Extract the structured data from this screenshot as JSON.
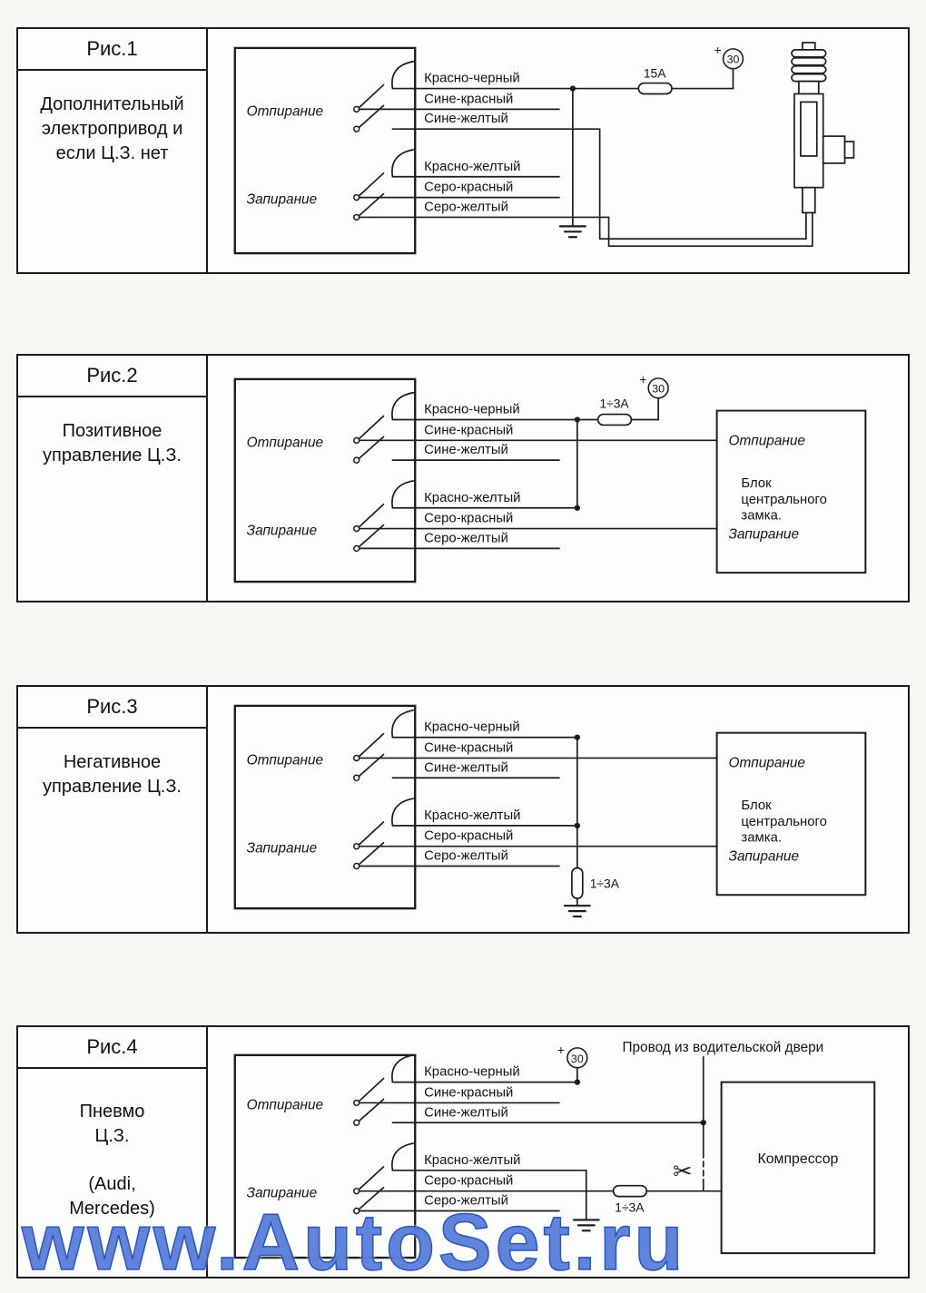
{
  "watermark": "www.AutoSet.ru",
  "panels": [
    {
      "title": "Рис.1",
      "label": "Дополнительный электропривод и если Ц.З. нет",
      "unlock": "Отпирание",
      "lock": "Запирание",
      "wires": [
        "Красно-черный",
        "Сине-красный",
        "Сине-желтый",
        "Красно-желтый",
        "Серо-красный",
        "Серо-желтый"
      ],
      "fuse": "15A",
      "plus": "+",
      "terminal": "30"
    },
    {
      "title": "Рис.2",
      "label": "Позитивное управление Ц.З.",
      "unlock": "Отпирание",
      "lock": "Запирание",
      "wires": [
        "Красно-черный",
        "Сине-красный",
        "Сине-желтый",
        "Красно-желтый",
        "Серо-красный",
        "Серо-желтый"
      ],
      "fuse": "1÷3A",
      "plus": "+",
      "terminal": "30",
      "block": {
        "unlock": "Отпирание",
        "lines": [
          "Блок",
          "центрального",
          "замка."
        ],
        "lock": "Запирание"
      }
    },
    {
      "title": "Рис.3",
      "label": "Негативное управление Ц.З.",
      "unlock": "Отпирание",
      "lock": "Запирание",
      "wires": [
        "Красно-черный",
        "Сине-красный",
        "Сине-желтый",
        "Красно-желтый",
        "Серо-красный",
        "Серо-желтый"
      ],
      "fuse": "1÷3A",
      "block": {
        "unlock": "Отпирание",
        "lines": [
          "Блок",
          "центрального",
          "замка."
        ],
        "lock": "Запирание"
      }
    },
    {
      "title": "Рис.4",
      "label": "Пневмо Ц.З.",
      "sublabel": "(Audi, Mercedes)",
      "unlock": "Отпирание",
      "lock": "Запирание",
      "wires": [
        "Красно-черный",
        "Сине-красный",
        "Сине-желтый",
        "Красно-желтый",
        "Серо-красный",
        "Серо-желтый"
      ],
      "fuse": "1÷3A",
      "plus": "+",
      "terminal": "30",
      "door_wire": "Провод из водительской двери",
      "compressor": "Компрессор"
    }
  ]
}
